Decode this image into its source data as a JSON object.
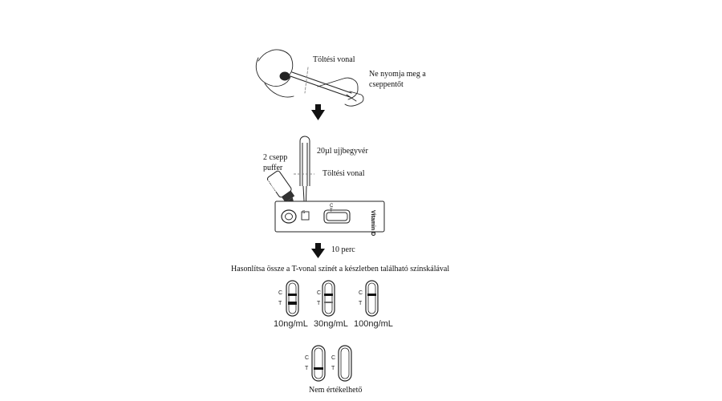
{
  "step1": {
    "fill_line_label": "Töltési vonal",
    "dropper_warning": "Ne nyomja meg a cseppentőt"
  },
  "step2": {
    "buffer_drops_label": "2 csepp puffer",
    "buffer_bottle_label": "Buffer",
    "pipette_label": "20µl ujjbegyvér",
    "fill_line_label": "Töltési vonal",
    "cassette_label": "Vitamin D",
    "sample_well_label": "S",
    "control_mark": "C",
    "test_mark": "T"
  },
  "step3": {
    "wait_time": "10 perc",
    "compare_instruction": "Hasonlítsa össze a T-vonal színét a készletben található színskálával"
  },
  "color_scale": [
    {
      "concentration": "10ng/mL"
    },
    {
      "concentration": "30ng/mL"
    },
    {
      "concentration": "100ng/mL"
    }
  ],
  "invalid": {
    "label": "Nem értékelhető",
    "control_mark": "C",
    "test_mark": "T"
  }
}
